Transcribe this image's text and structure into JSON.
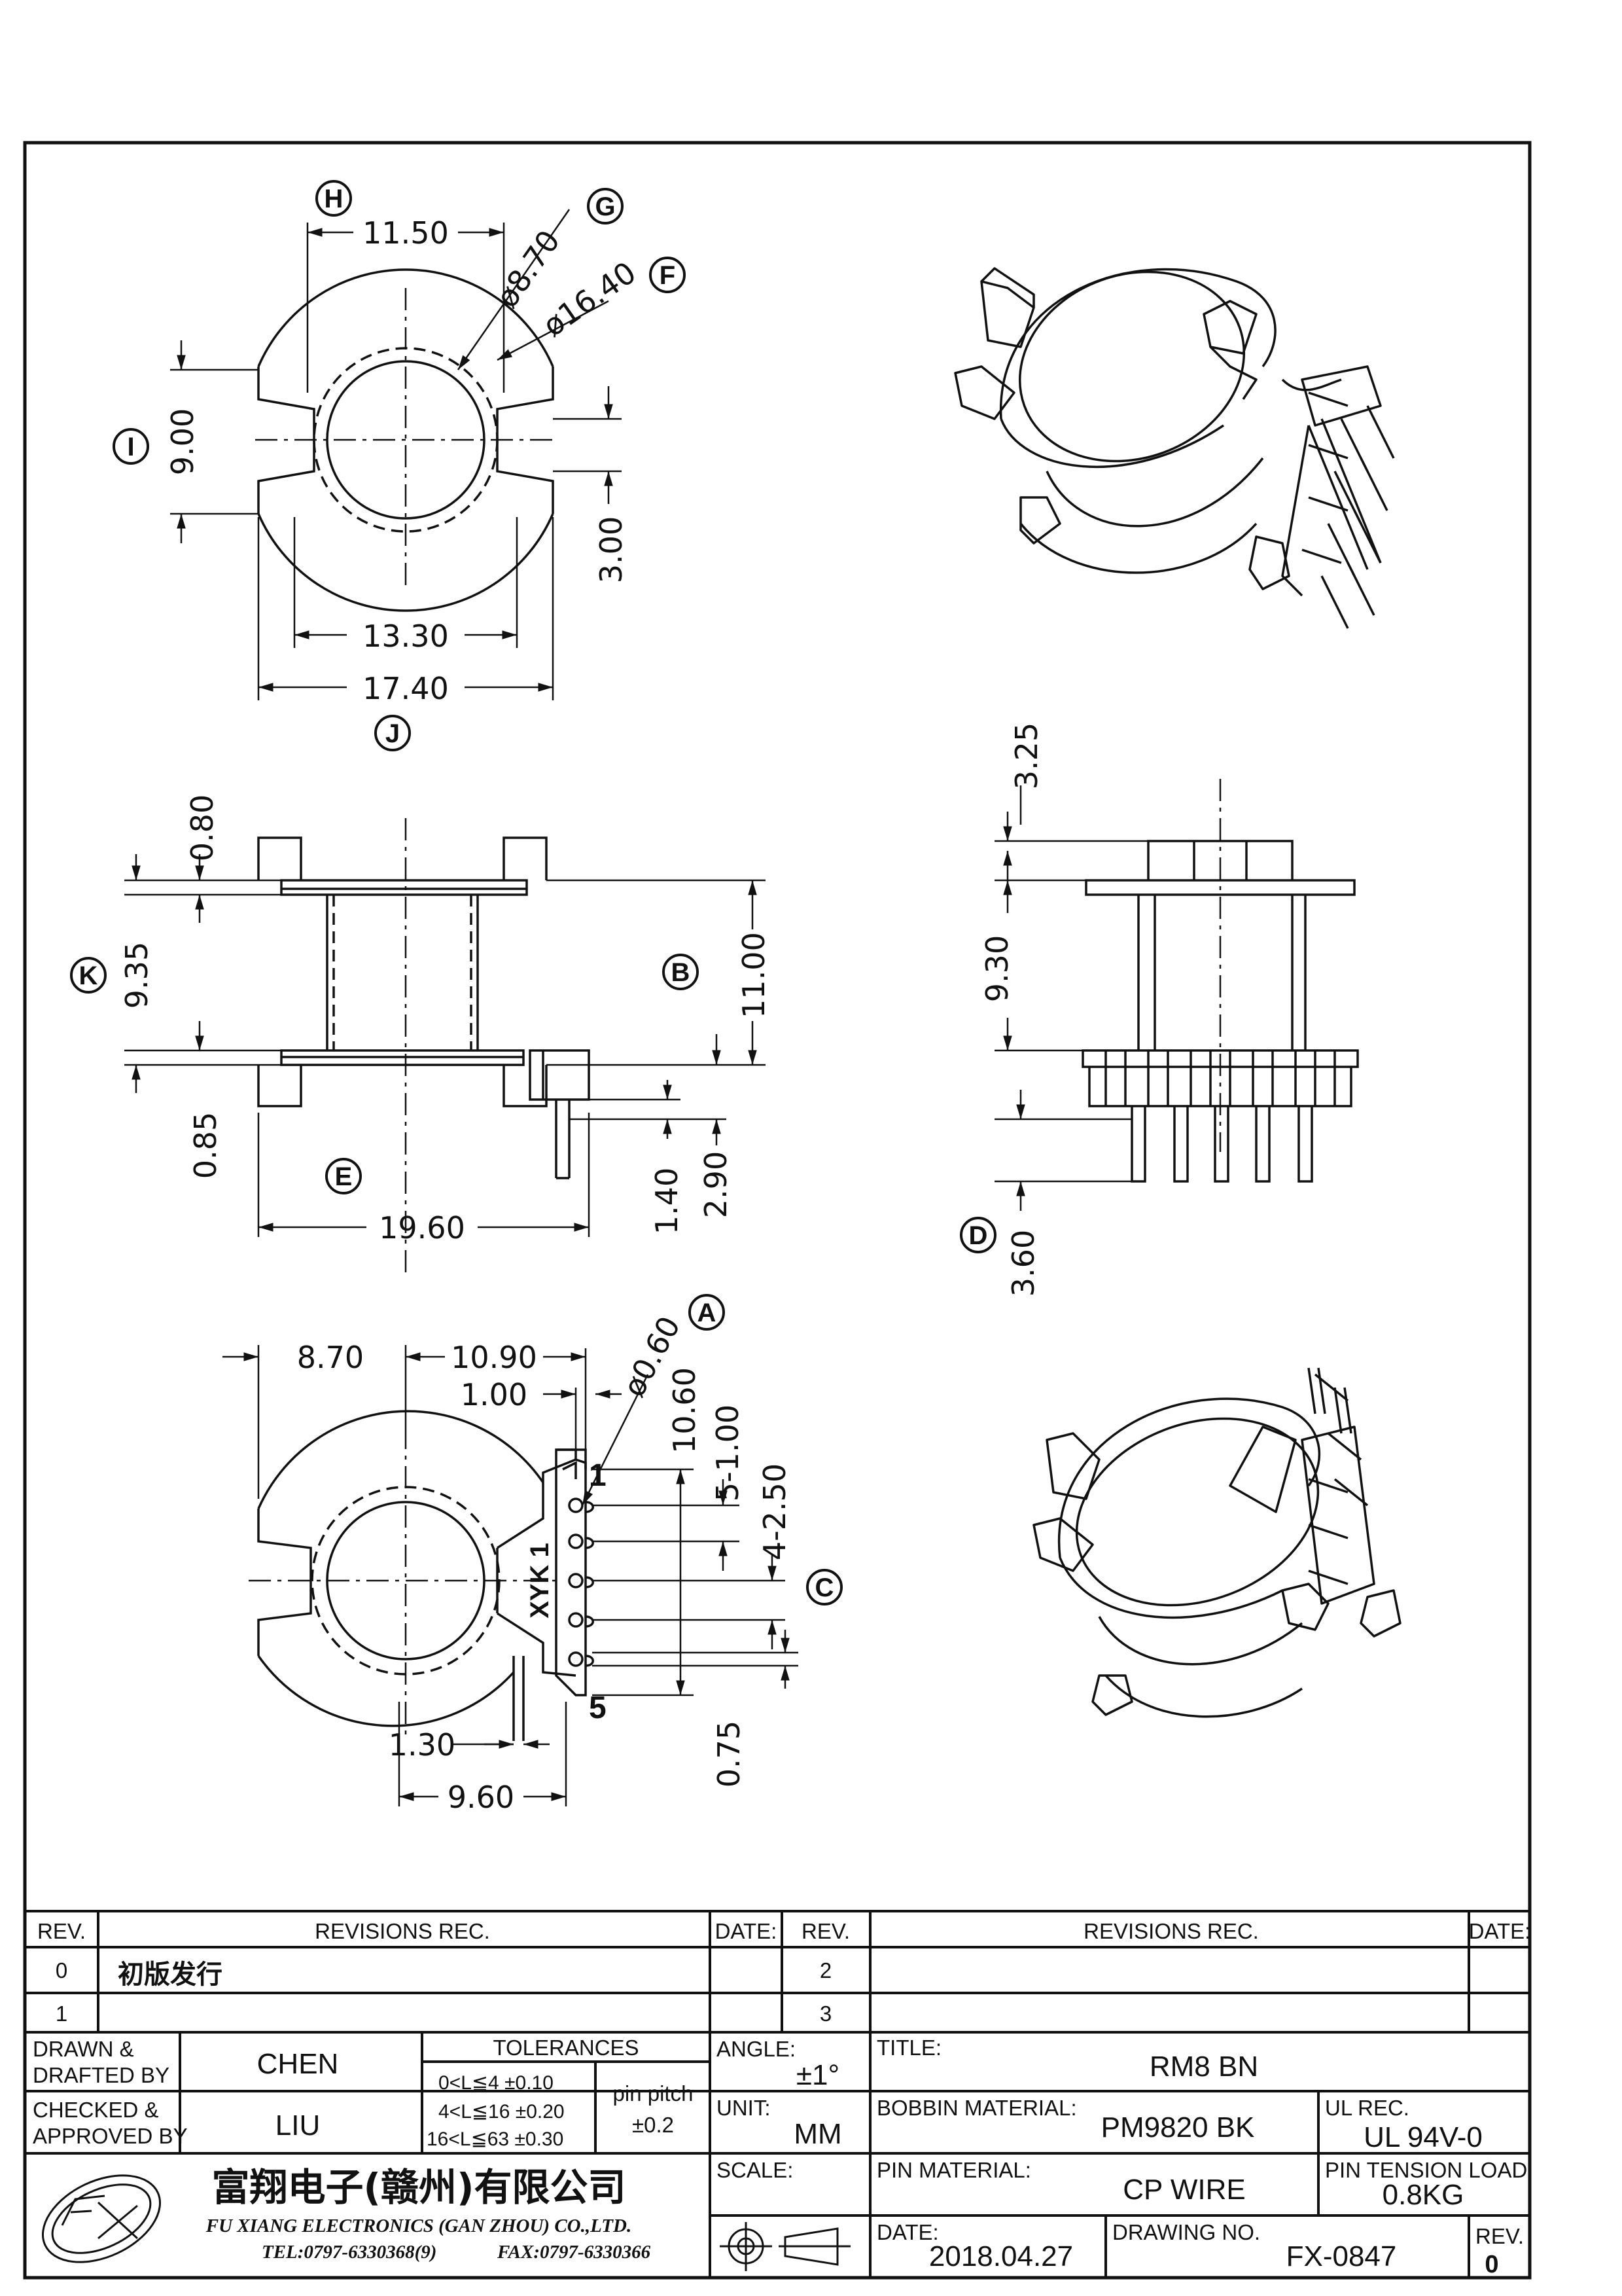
{
  "views": {
    "top": {
      "dims": {
        "d1": "11.50",
        "d2": "ø8.70",
        "d3": "ø16.40",
        "d4": "9.00",
        "d5": "3.00",
        "d6": "13.30",
        "d7": "17.40"
      },
      "labels": {
        "h": "H",
        "g": "G",
        "f": "F",
        "i": "I",
        "j": "J"
      }
    },
    "side": {
      "dims": {
        "d1": "0.80",
        "d2": "9.35",
        "d3": "0.85",
        "d4": "11.00",
        "d5": "19.60",
        "d6": "1.40",
        "d7": "2.90"
      },
      "labels": {
        "k": "K",
        "b": "B",
        "e": "E"
      }
    },
    "front": {
      "dims": {
        "d1": "3.25",
        "d2": "9.30",
        "d3": "3.60"
      },
      "labels": {
        "d": "D"
      }
    },
    "bottom": {
      "dims": {
        "d1": "8.70",
        "d2": "10.90",
        "d3": "1.00",
        "d4": "ø0.60",
        "d5": "10.60",
        "d6": "5-1.00",
        "d7": "4-2.50",
        "d8": "1.30",
        "d9": "9.60",
        "d10": "0.75"
      },
      "labels": {
        "a": "A",
        "c": "C"
      },
      "pin_marks": {
        "first": "1",
        "last": "5"
      },
      "marking": "XYK 1"
    }
  },
  "title_block": {
    "revisions": {
      "h_rev": "REV.",
      "h_rec": "REVISIONS   REC.",
      "h_date": "DATE:",
      "rows_left": [
        {
          "rev": "0",
          "rec": "初版发行"
        },
        {
          "rev": "1",
          "rec": ""
        }
      ],
      "rows_right": [
        {
          "rev": "2",
          "rec": ""
        },
        {
          "rev": "3",
          "rec": ""
        }
      ]
    },
    "drawn_label_1": "DRAWN &",
    "drawn_label_2": "DRAFTED BY",
    "drawn_by": "CHEN",
    "checked_label_1": "CHECKED &",
    "checked_label_2": "APPROVED BY",
    "checked_by": "LIU",
    "tolerances": {
      "header": "TOLERANCES",
      "rows": [
        "0<L≦4    ±0.10",
        "4<L≦16  ±0.20",
        "16<L≦63  ±0.30"
      ],
      "pitch_label": "pin pitch",
      "pitch_value": "±0.2"
    },
    "angle_label": "ANGLE:",
    "angle_value": "±1°",
    "unit_label": "UNIT:",
    "unit_value": "MM",
    "scale_label": "SCALE:",
    "title_label": "TITLE:",
    "title_value": "RM8  BN",
    "bobbin_label": "BOBBIN  MATERIAL:",
    "bobbin_value": "PM9820  BK",
    "ul_label": "UL  REC.",
    "ul_value": "UL  94V-0",
    "pin_label": "PIN  MATERIAL:",
    "pin_value": "CP  WIRE",
    "tension_label": "PIN  TENSION  LOAD:",
    "tension_value": "0.8KG",
    "date_label": "DATE:",
    "date_value": "2018.04.27",
    "drawing_label": "DRAWING  NO.",
    "drawing_value": "FX-0847",
    "rev_label": "REV.",
    "rev_value": "0",
    "company_cn": "富翔电子(赣州)有限公司",
    "company_en": "FU XIANG ELECTRONICS (GAN ZHOU) CO.,LTD.",
    "tel": "TEL:0797-6330368(9)",
    "fax": "FAX:0797-6330366"
  }
}
